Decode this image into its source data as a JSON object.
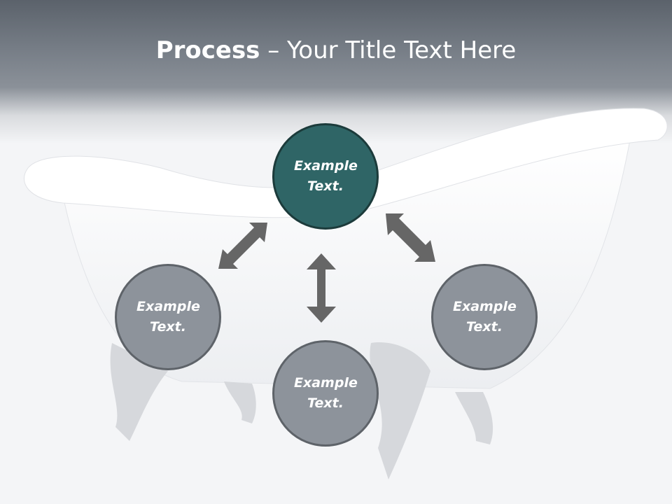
{
  "title": {
    "bold": "Process",
    "rest": " – Your Title Text Here"
  },
  "nodes": [
    {
      "label": "Example Text.",
      "color": "#2f6566"
    },
    {
      "label": "Example Text.",
      "color": "#8d939b"
    },
    {
      "label": "Example Text.",
      "color": "#8d939b"
    },
    {
      "label": "Example Text.",
      "color": "#8d939b"
    }
  ],
  "arrow_color": "#666666"
}
